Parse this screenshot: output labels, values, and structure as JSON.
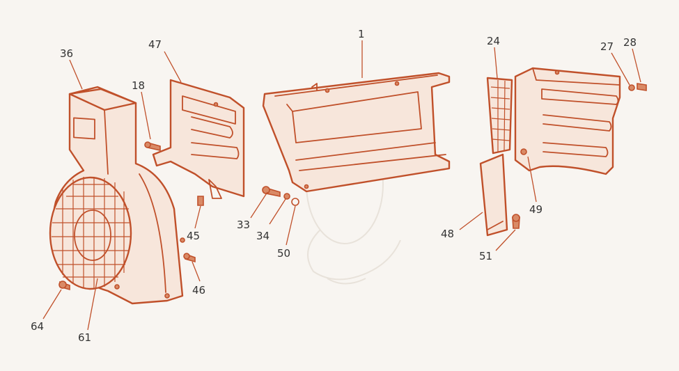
{
  "diagram": {
    "colors": {
      "background": "#f8f5f1",
      "outline": "#c0502a",
      "fill": "#f7e6db",
      "hardware": "#d98a66",
      "label_text": "#333333"
    },
    "callouts": [
      {
        "id": "1",
        "label": "1"
      },
      {
        "id": "18",
        "label": "18"
      },
      {
        "id": "24",
        "label": "24"
      },
      {
        "id": "27",
        "label": "27"
      },
      {
        "id": "28",
        "label": "28"
      },
      {
        "id": "33",
        "label": "33"
      },
      {
        "id": "34",
        "label": "34"
      },
      {
        "id": "36",
        "label": "36"
      },
      {
        "id": "45",
        "label": "45"
      },
      {
        "id": "46",
        "label": "46"
      },
      {
        "id": "47",
        "label": "47"
      },
      {
        "id": "48",
        "label": "48"
      },
      {
        "id": "49",
        "label": "49"
      },
      {
        "id": "50",
        "label": "50"
      },
      {
        "id": "51",
        "label": "51"
      },
      {
        "id": "61",
        "label": "61"
      },
      {
        "id": "64",
        "label": "64"
      }
    ]
  }
}
